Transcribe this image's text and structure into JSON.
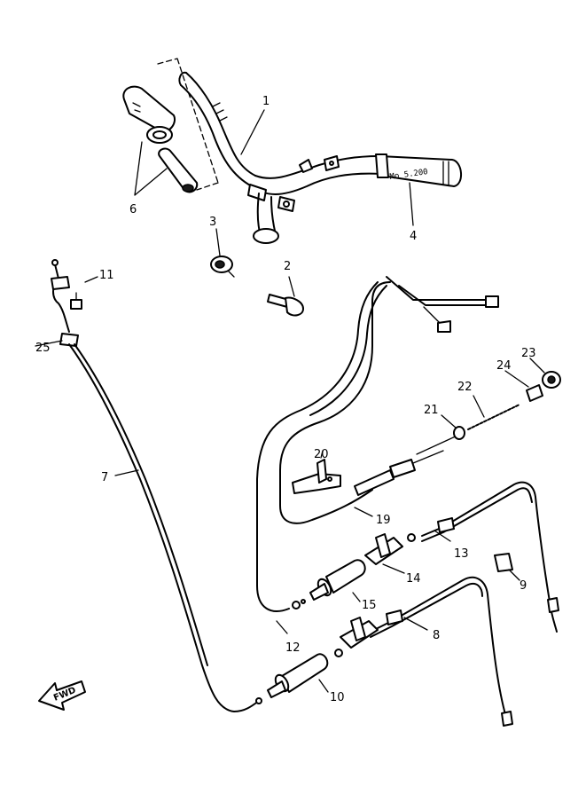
{
  "callouts": [
    {
      "id": "p1",
      "text": "1"
    },
    {
      "id": "p2",
      "text": "2"
    },
    {
      "id": "p3",
      "text": "3"
    },
    {
      "id": "p4",
      "text": "4"
    },
    {
      "id": "p6",
      "text": "6"
    },
    {
      "id": "p7",
      "text": "7"
    },
    {
      "id": "p8",
      "text": "8"
    },
    {
      "id": "p9",
      "text": "9"
    },
    {
      "id": "p10",
      "text": "10"
    },
    {
      "id": "p11",
      "text": "11"
    },
    {
      "id": "p12",
      "text": "12"
    },
    {
      "id": "p13",
      "text": "13"
    },
    {
      "id": "p14",
      "text": "14"
    },
    {
      "id": "p15",
      "text": "15"
    },
    {
      "id": "p19",
      "text": "19"
    },
    {
      "id": "p20",
      "text": "20"
    },
    {
      "id": "p21",
      "text": "21"
    },
    {
      "id": "p22",
      "text": "22"
    },
    {
      "id": "p23",
      "text": "23"
    },
    {
      "id": "p24",
      "text": "24"
    },
    {
      "id": "p25",
      "text": "25"
    }
  ],
  "grip_marking": "Mo 5.200",
  "fwd_label": "FWD",
  "colors": {
    "ink": "#000000",
    "paper": "#ffffff"
  }
}
